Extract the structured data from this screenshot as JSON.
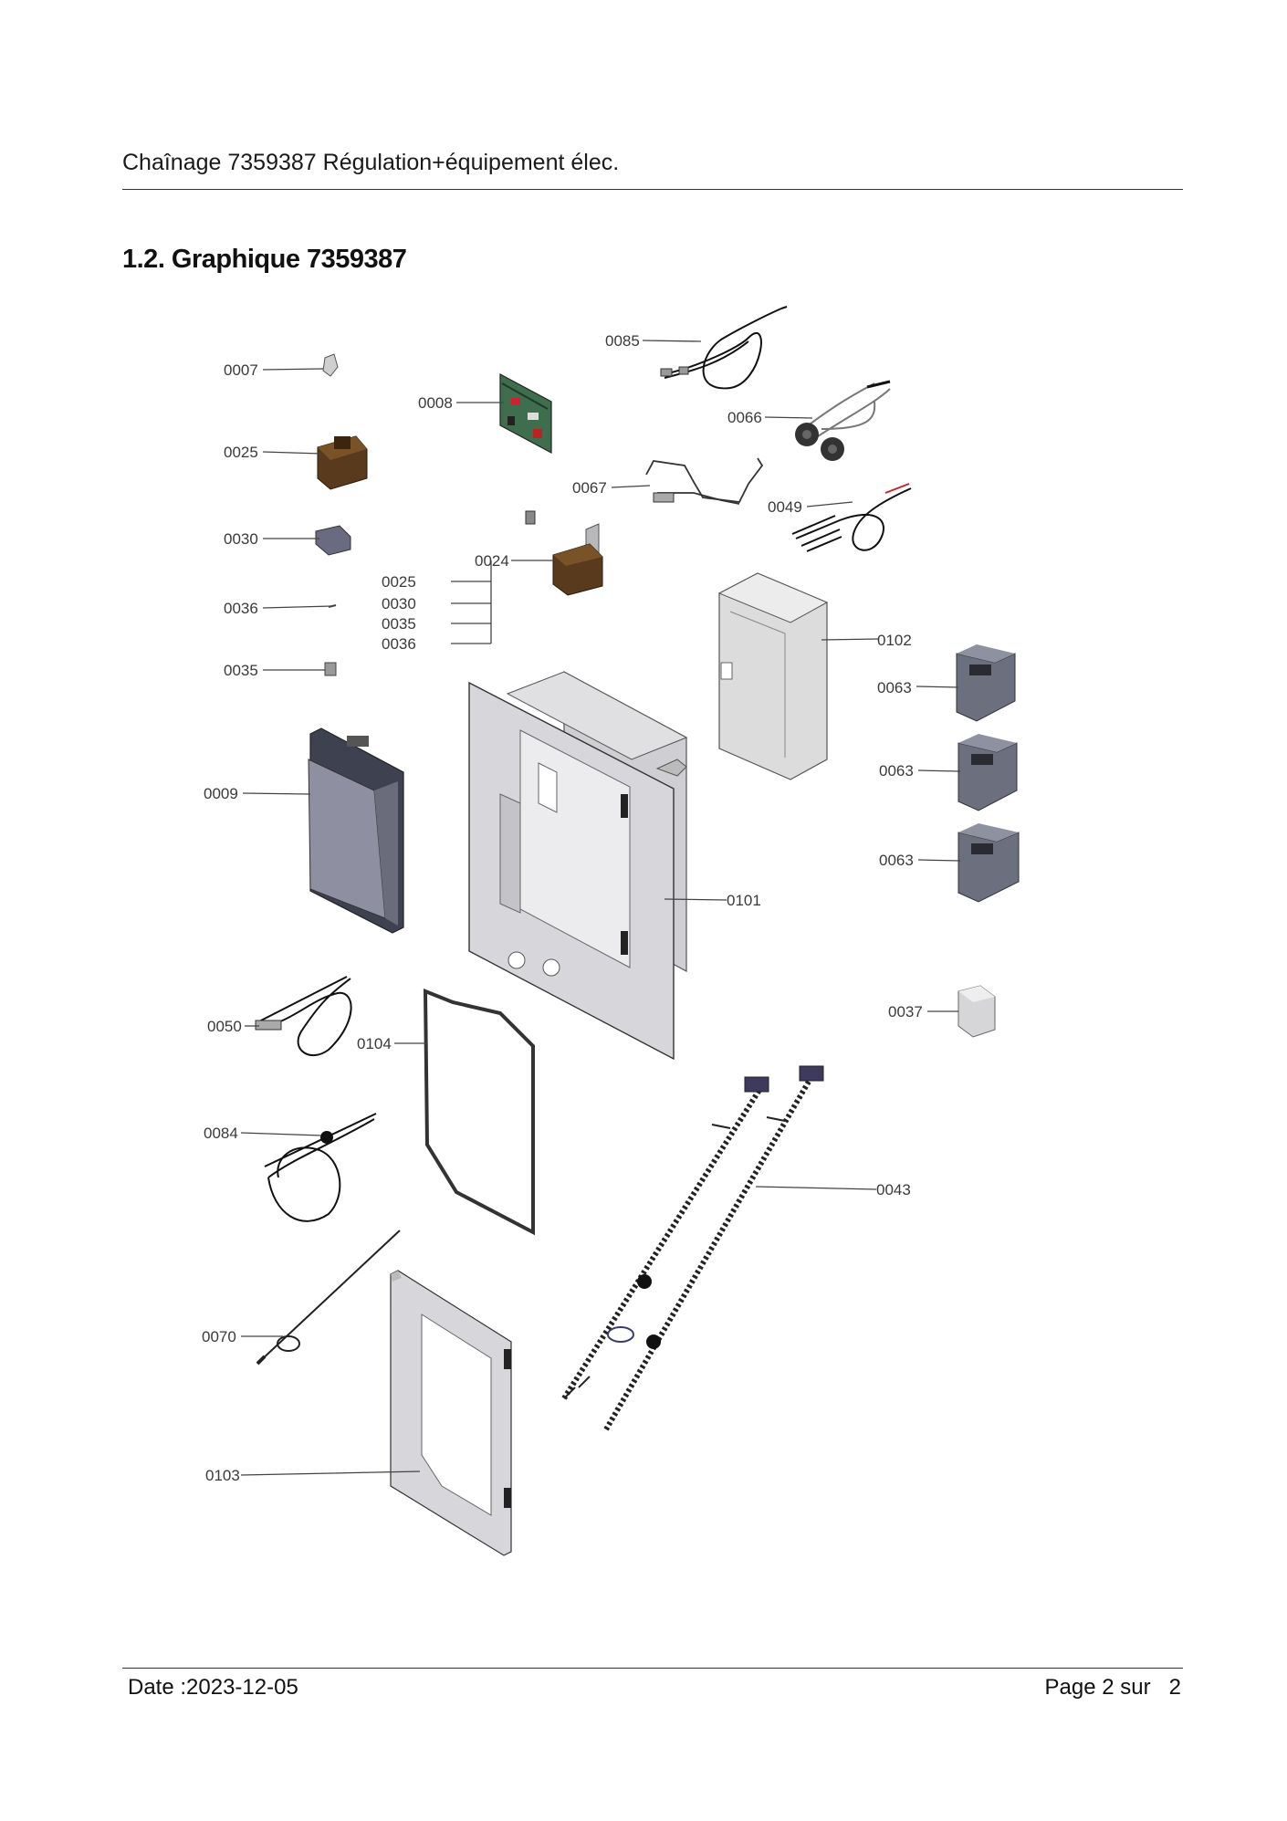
{
  "header": {
    "title": "Chaînage 7359387 Régulation+équipement élec."
  },
  "section": {
    "title": "1.2. Graphique 7359387"
  },
  "diagram": {
    "callouts": {
      "c0007": "0007",
      "c0008": "0008",
      "c0085": "0085",
      "c0066": "0066",
      "c0025a": "0025",
      "c0067": "0067",
      "c0049": "0049",
      "c0030a": "0030",
      "c0024": "0024",
      "c0025b": "0025",
      "c0030b": "0030",
      "c0035b": "0035",
      "c0036b": "0036",
      "c0036a": "0036",
      "c0035a": "0035",
      "c0102": "0102",
      "c0063a": "0063",
      "c0063b": "0063",
      "c0063c": "0063",
      "c0009": "0009",
      "c0101": "0101",
      "c0050": "0050",
      "c0104": "0104",
      "c0037": "0037",
      "c0084": "0084",
      "c0043": "0043",
      "c0070": "0070",
      "c0103": "0103"
    }
  },
  "footer": {
    "date": "Date :2023-12-05",
    "page_label": "Page 2 sur",
    "page_total": "2"
  }
}
